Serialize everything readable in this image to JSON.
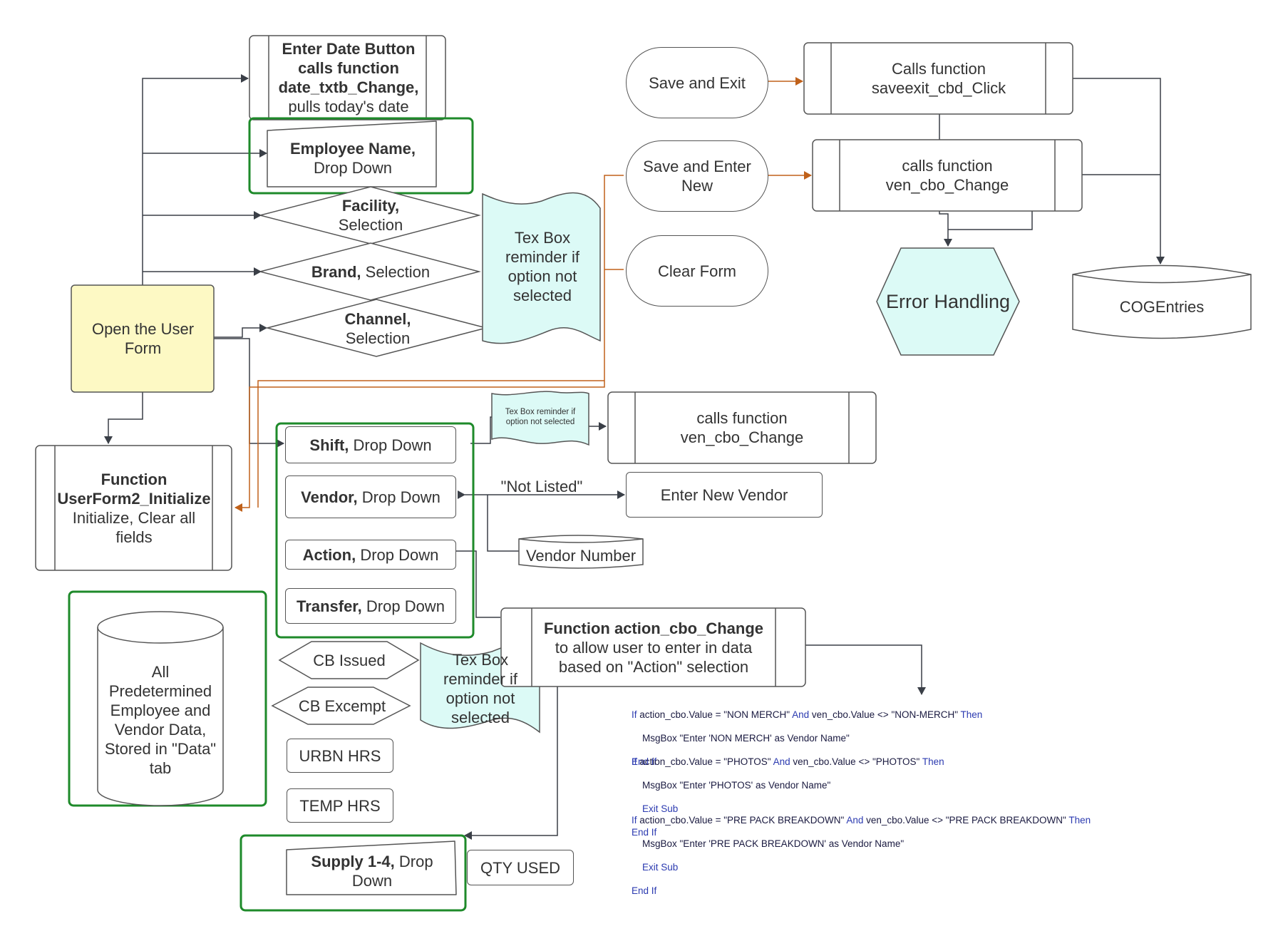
{
  "nodes": {
    "enter_date": {
      "bold": "Enter Date Button calls function date_txtb_Change,",
      "text": "pulls today's date"
    },
    "employee_name": {
      "bold": "Employee Name,",
      "text": "Drop Down"
    },
    "facility": {
      "bold": "Facility,",
      "text": "Selection"
    },
    "brand": {
      "bold": "Brand,",
      "text": "Selection"
    },
    "channel": {
      "bold": "Channel,",
      "text": "Selection"
    },
    "reminder_1": {
      "text": "Tex Box reminder if option not selected"
    },
    "open_user_form": {
      "text": "Open the User Form"
    },
    "save_and_exit": {
      "text": "Save and Exit"
    },
    "save_and_enter_new": {
      "text": "Save and Enter New"
    },
    "clear_form": {
      "text": "Clear Form"
    },
    "calls_saveexit": {
      "text": "Calls function saveexit_cbd_Click"
    },
    "calls_ven_cbo_top": {
      "text": "calls function ven_cbo_Change"
    },
    "error_handling": {
      "text": "Error Handling"
    },
    "cog_entries": {
      "text": "COGEntries"
    },
    "function_userform": {
      "bold": "Function UserForm2_Initialize",
      "text": "Initialize, Clear all fields"
    },
    "shift": {
      "bold": "Shift,",
      "text": "Drop Down"
    },
    "vendor": {
      "bold": "Vendor,",
      "text": "Drop Down"
    },
    "action": {
      "bold": "Action,",
      "text": "Drop Down"
    },
    "transfer": {
      "bold": "Transfer,",
      "text": "Drop Down"
    },
    "reminder_small": {
      "text": "Tex Box reminder if option not selected"
    },
    "calls_ven_cbo_mid": {
      "text": "calls function ven_cbo_Change"
    },
    "not_listed": {
      "text": "\"Not Listed\""
    },
    "enter_new_vendor": {
      "text": "Enter New Vendor"
    },
    "vendor_number": {
      "text": "Vendor Number"
    },
    "all_predetermined": {
      "text": "All Predetermined Employee and Vendor Data, Stored in \"Data\" tab"
    },
    "cb_issued": {
      "text": "CB Issued"
    },
    "cb_excempt": {
      "text": "CB Excempt"
    },
    "reminder_2": {
      "text": "Tex Box reminder if option not selected"
    },
    "function_action": {
      "bold": "Function action_cbo_Change",
      "text": "to allow user to enter in data based on \"Action\" selection"
    },
    "urbn_hrs": {
      "text": "URBN HRS"
    },
    "temp_hrs": {
      "text": "TEMP HRS"
    },
    "supply": {
      "bold": "Supply 1-4,",
      "text": "Drop Down"
    },
    "qty_used": {
      "text": "QTY USED"
    }
  },
  "code": {
    "block1": [
      {
        "pre": "If",
        "mid": " action_cbo.Value = \"NON MERCH\" ",
        "kw2": "And",
        "mid2": " ven_cbo.Value <> \"NON-MERCH\" ",
        "kw3": "Then"
      },
      {
        "line": "    MsgBox \"Enter 'NON MERCH' as Vendor Name\""
      },
      {
        "line": "End If"
      }
    ],
    "block2": [
      {
        "pre": "If",
        "mid": " action_cbo.Value = \"PHOTOS\" ",
        "kw2": "And",
        "mid2": " ven_cbo.Value <> \"PHOTOS\" ",
        "kw3": "Then"
      },
      {
        "line": "    MsgBox \"Enter 'PHOTOS' as Vendor Name\""
      },
      {
        "line": "    Exit Sub"
      },
      {
        "line": "End If"
      }
    ],
    "block3": [
      {
        "pre": "If",
        "mid": " action_cbo.Value = \"PRE PACK BREAKDOWN\" ",
        "kw2": "And",
        "mid2": " ven_cbo.Value <> \"PRE PACK BREAKDOWN\" ",
        "kw3": "Then"
      },
      {
        "line": "    MsgBox \"Enter 'PRE PACK BREAKDOWN' as Vendor Name\""
      },
      {
        "line": "    Exit Sub"
      },
      {
        "line": "End If"
      }
    ]
  },
  "colors": {
    "line": "#3a3f47",
    "orange": "#c0611a",
    "green": "#1e8a2a",
    "yellow": "#fdf9c4",
    "cyan": "#dcfaf6",
    "stroke": "#555555"
  }
}
